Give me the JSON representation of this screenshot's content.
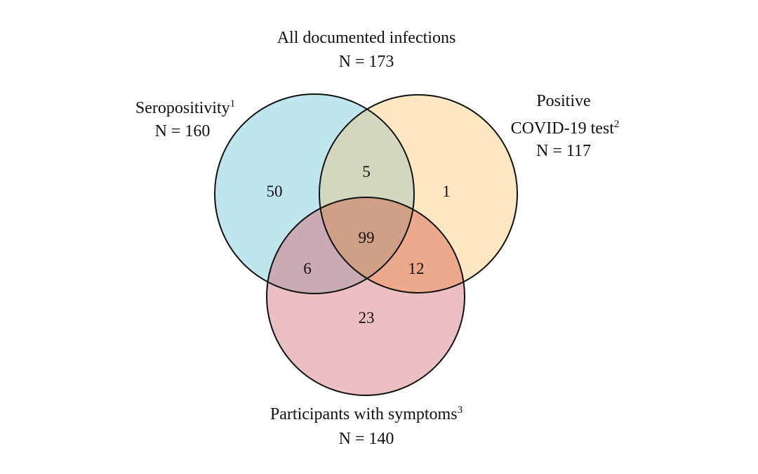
{
  "title": {
    "line1": "All documented infections",
    "line2": "N = 173"
  },
  "sets": [
    {
      "id": "seropositivity",
      "label": "Seropositivity",
      "superscript": "1",
      "n_text": "N = 160",
      "color": "#bfe6ef"
    },
    {
      "id": "covid-test",
      "label_line1": "Positive",
      "label": "COVID-19 test",
      "superscript": "2",
      "n_text": "N = 117",
      "color": "#fde6c2"
    },
    {
      "id": "symptoms",
      "label": "Participants with symptoms",
      "superscript": "3",
      "n_text": "N = 140",
      "color": "#ecc0c3"
    }
  ],
  "regions": {
    "sero_only": "50",
    "test_only": "1",
    "symptoms_only": "23",
    "sero_test": "5",
    "sero_symptoms": "6",
    "test_symptoms": "12",
    "all_three": "99"
  },
  "colors": {
    "sero_test": "#d3d7bd",
    "sero_symptoms": "#c9aab5",
    "test_symptoms": "#eda98c",
    "all_three": "#cf9f86",
    "outline": "#111111"
  }
}
